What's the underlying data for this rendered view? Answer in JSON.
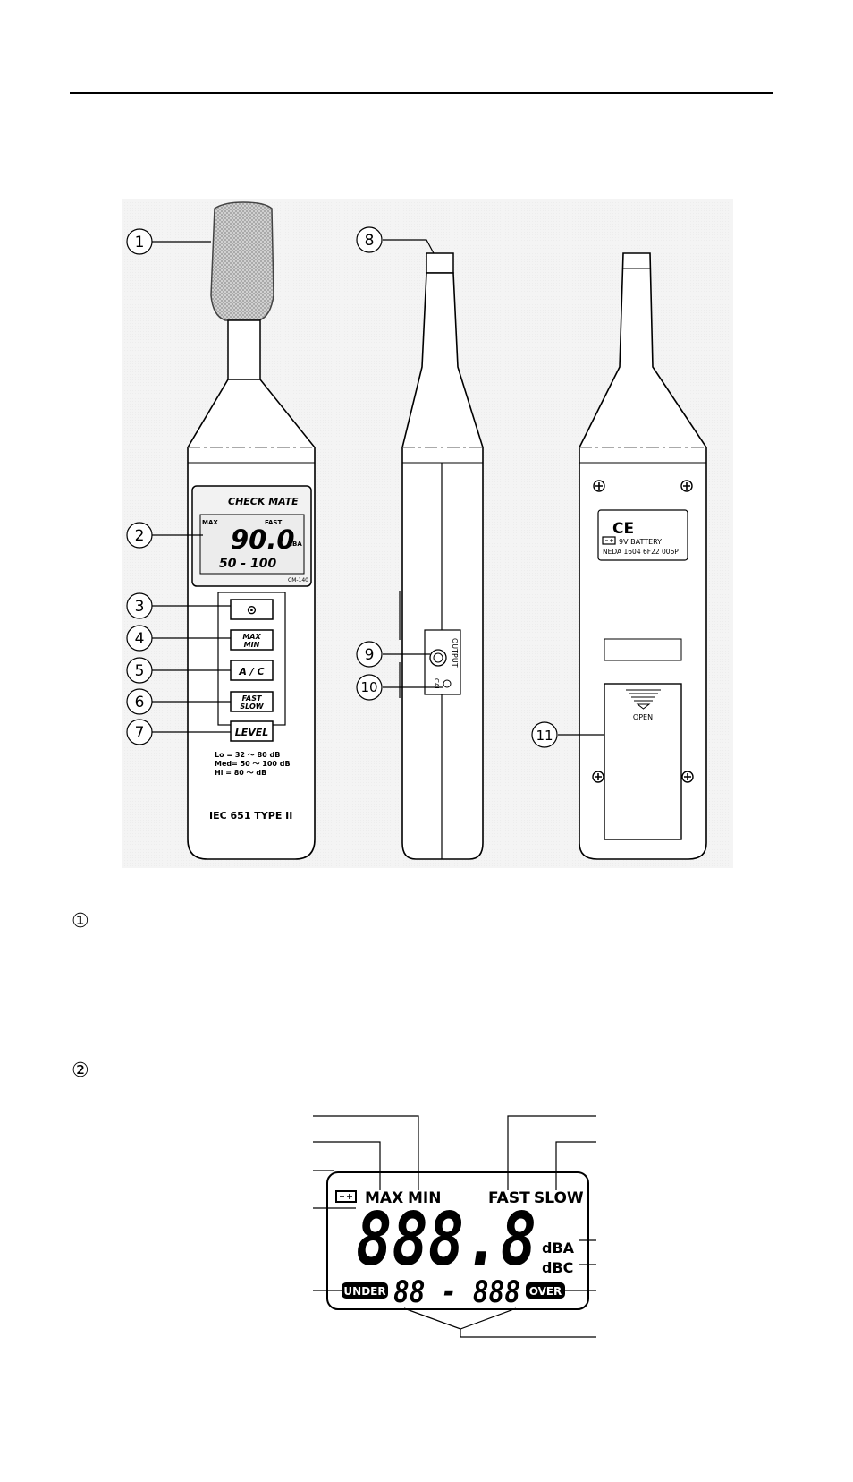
{
  "callouts": [
    "1",
    "2",
    "3",
    "4",
    "5",
    "6",
    "7",
    "8",
    "9",
    "10",
    "11"
  ],
  "front": {
    "brand": "CHECK MATE",
    "lcd_max": "MAX",
    "lcd_fast": "FAST",
    "lcd_value": "90.0",
    "lcd_unit": "dBA",
    "lcd_range": "50 - 100",
    "model": "CM-140",
    "buttons": {
      "power": "⊙",
      "maxmin_1": "MAX",
      "maxmin_2": "MIN",
      "ac": "A / C",
      "fastslow_1": "FAST",
      "fastslow_2": "SLOW",
      "level": "LEVEL"
    },
    "ranges": [
      "Lo = 32 〜  80 dB",
      "Med= 50 〜 100 dB",
      "Hi  = 80 〜      dB"
    ],
    "standard": "IEC 651  TYPE  II"
  },
  "side": {
    "output": "OUTPUT",
    "cal": "CAL"
  },
  "back": {
    "ce": "CE",
    "battery": "9V  BATTERY",
    "neda": "NEDA 1604  6F22  006P",
    "open": "OPEN"
  },
  "sections": {
    "s1": "①",
    "s2": "②"
  },
  "lcd_detail": {
    "max": "MAX",
    "min": "MIN",
    "fast": "FAST",
    "slow": "SLOW",
    "digits": "888.8",
    "dba": "dBA",
    "dbc": "dBC",
    "under": "UNDER",
    "over": "OVER",
    "sub_digits": "88 - 888"
  }
}
